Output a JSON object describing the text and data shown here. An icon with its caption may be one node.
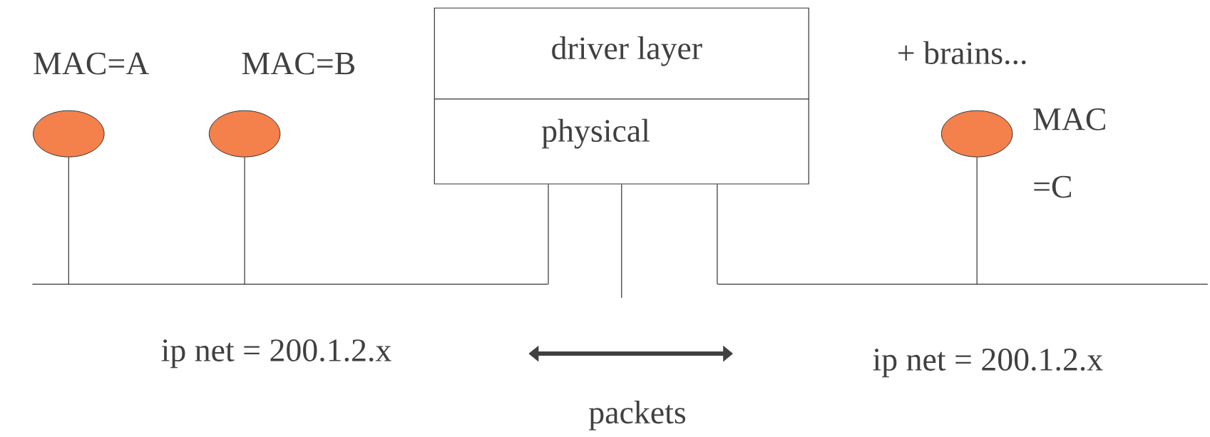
{
  "diagram": {
    "nodes": [
      {
        "text": [
          "driver layer",
          "physical"
        ]
      },
      {
        "text": [],
        "shape": "circle",
        "beside": [
          "MAC=A"
        ]
      },
      {
        "text": [],
        "shape": "circle",
        "beside": [
          "MAC=B"
        ]
      },
      {
        "text": [],
        "shape": "circle",
        "beside": [
          "MAC =C"
        ]
      },
      {
        "text": [],
        "shape": "bar",
        "beside": [
          "ip net = 200.1.2.x"
        ]
      },
      {
        "text": [],
        "shape": "bar",
        "beside": [
          "ip net = 200.1.2.x"
        ]
      }
    ],
    "edges": [
      {
        "from": 1,
        "to": 4,
        "arrow": "none"
      },
      {
        "from": 2,
        "to": 4,
        "arrow": "none"
      },
      {
        "from": 3,
        "to": 5,
        "arrow": "none"
      },
      {
        "from": 0,
        "to": 4,
        "arrow": "none"
      },
      {
        "from": 0,
        "to": null,
        "arrow": "none"
      },
      {
        "from": 0,
        "to": 5,
        "arrow": "none"
      }
    ],
    "labels": [
      "+ brains...",
      "packets"
    ]
  }
}
